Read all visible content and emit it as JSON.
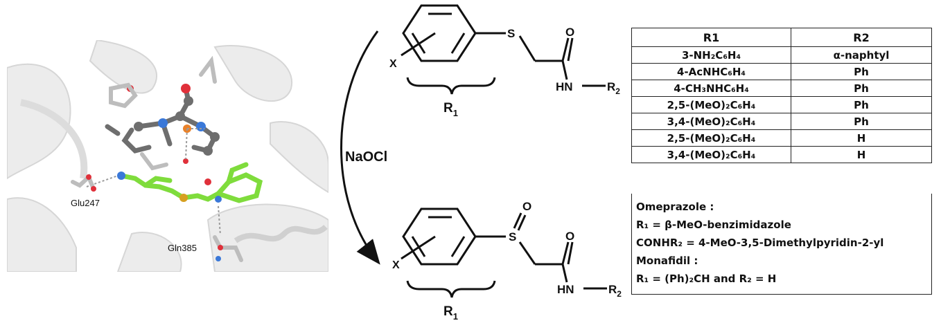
{
  "protein": {
    "residue_labels": [
      "Glu247",
      "Gln385"
    ],
    "colors": {
      "background_ribbon": "#e9e9e9",
      "ligand_carbon": "#7fdc3c",
      "complex_carbon": "#6e6e6e",
      "nitrogen": "#3a78d8",
      "oxygen": "#e0303a",
      "sulfur": "#d6a020",
      "iron": "#e8812a"
    }
  },
  "scheme": {
    "reagent": "NaOCl",
    "substituent_x": "X",
    "sulfur": "S",
    "oxygen": "O",
    "amide_nh": "HN",
    "r2_label": "R",
    "r2_sub": "2",
    "r1_label": "R",
    "r1_sub": "1"
  },
  "table": {
    "headers": [
      "R1",
      "R2"
    ],
    "rows": [
      [
        "3-NH₂C₆H₄",
        "α-naphtyl"
      ],
      [
        "4-AcNHC₆H₄",
        "Ph"
      ],
      [
        "4-CH₃NHC₆H₄",
        "Ph"
      ],
      [
        "2,5-(MeO)₂C₆H₄",
        "Ph"
      ],
      [
        "3,4-(MeO)₂C₆H₄",
        "Ph"
      ],
      [
        "2,5-(MeO)₂C₆H₄",
        "H"
      ],
      [
        "3,4-(MeO)₂C₆H₄",
        "H"
      ]
    ],
    "notes": [
      "Omeprazole :",
      "R₁ = β-MeO-benzimidazole",
      "CONHR₂ = 4-MeO-3,5-Dimethylpyridin-2-yl",
      "Monafidil :",
      "R₁ = (Ph)₂CH and R₂ = H"
    ]
  }
}
